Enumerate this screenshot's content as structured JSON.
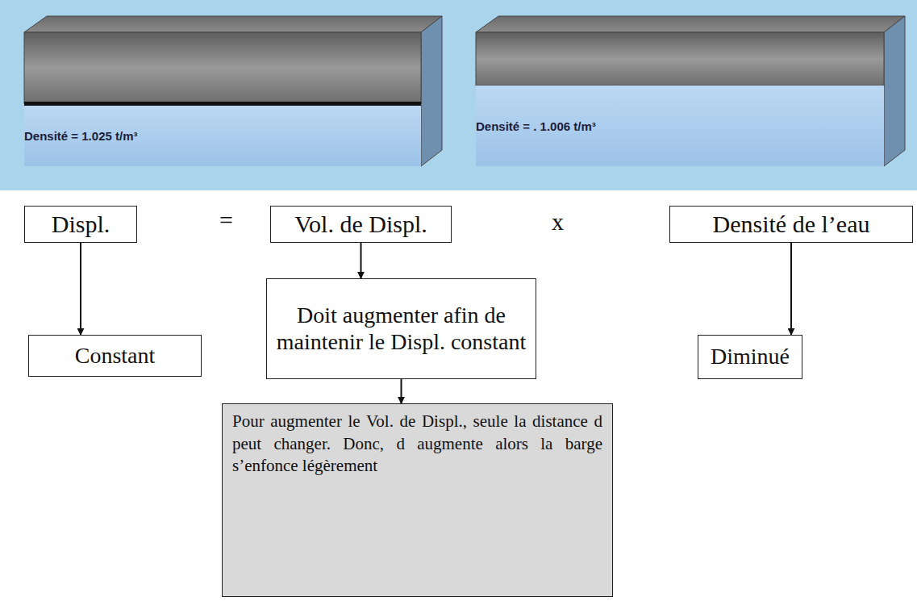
{
  "diagram": {
    "nodes": [
      {
        "text": [
          "Densité = 1.025 t/m³"
        ]
      },
      {
        "text": [
          "Densité = . 1.006 t/m³"
        ]
      },
      {
        "text": [
          "Displ."
        ]
      },
      {
        "text": [
          "Vol. de Displ."
        ]
      },
      {
        "text": [
          "Densité de l’eau"
        ]
      },
      {
        "text": [
          "Constant"
        ]
      },
      {
        "text": [
          "Doit augmenter afin de maintenir le Displ. constant"
        ]
      },
      {
        "text": [
          "Diminué"
        ]
      },
      {
        "text": [
          "Pour augmenter le Vol. de Displ., seule la distance d peut changer. Donc, d augmente alors la barge s’enfonce légèrement"
        ]
      }
    ],
    "edges": [
      {
        "from": 2,
        "to": 5,
        "arrow": "to"
      },
      {
        "from": 3,
        "to": 6,
        "arrow": "to"
      },
      {
        "from": 4,
        "to": 7,
        "arrow": "to"
      },
      {
        "from": 6,
        "to": 8,
        "arrow": "to"
      }
    ],
    "labels": [
      "=",
      "x"
    ]
  }
}
